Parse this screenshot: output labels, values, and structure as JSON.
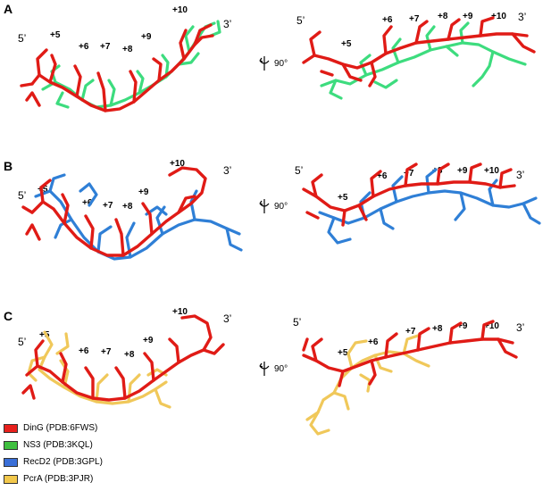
{
  "panels": [
    {
      "letter": "A",
      "left_end5": "5’",
      "left_end3": "3’",
      "right_end5": "5’",
      "right_end3": "3’",
      "rotation": "90°",
      "left_labels": [
        "+5",
        "+6",
        "+7",
        "+8",
        "+9",
        "+10"
      ],
      "right_labels": [
        "+5",
        "+6",
        "+7",
        "+8",
        "+9",
        "+10"
      ],
      "overlay_color": "#3ddc7e"
    },
    {
      "letter": "B",
      "left_end5": "5’",
      "left_end3": "3’",
      "right_end5": "5’",
      "right_end3": "3’",
      "rotation": "90°",
      "left_labels": [
        "+5",
        "+6",
        "+7",
        "+8",
        "+9",
        "+10"
      ],
      "right_labels": [
        "+5",
        "+6",
        "+7",
        "+8",
        "+9",
        "+10"
      ],
      "overlay_color": "#2f7fd6"
    },
    {
      "letter": "C",
      "left_end5": "5’",
      "left_end3": "3’",
      "right_end5": "5’",
      "right_end3": "3’",
      "rotation": "90°",
      "left_labels": [
        "+5",
        "+6",
        "+7",
        "+8",
        "+9",
        "+10"
      ],
      "right_labels": [
        "+5",
        "+6",
        "+7",
        "+8",
        "+9",
        "+10"
      ],
      "overlay_color": "#f0c85a"
    }
  ],
  "legend": [
    {
      "label": "DinG (PDB:6FWS)",
      "color": "#e8201c"
    },
    {
      "label": "NS3 (PDB:3KQL)",
      "color": "#3fbf3f"
    },
    {
      "label": "RecD2 (PDB:3GPL)",
      "color": "#3a6fd8"
    },
    {
      "label": "PcrA (PDB:3PJR)",
      "color": "#f2c84b"
    }
  ],
  "colors": {
    "dinG": "#e01b16"
  }
}
